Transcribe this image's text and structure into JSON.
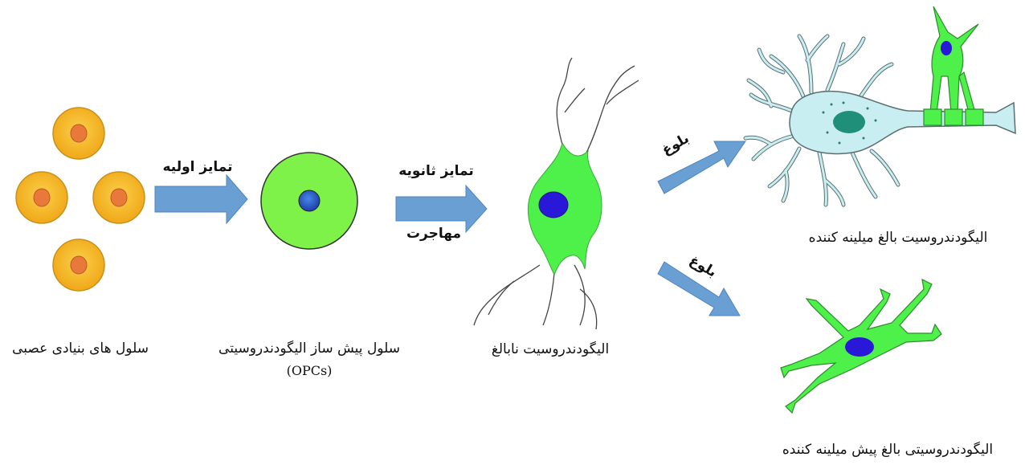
{
  "stages": {
    "nsc": {
      "label": "سلول های بنیادی عصبی"
    },
    "opc": {
      "label": "سلول پیش ساز الیگودندروسیتی",
      "abbr": "(OPCs)"
    },
    "immature": {
      "label": "الیگودندروسیت نابالغ"
    },
    "myelinating": {
      "label": "الیگودندروسیت بالغ میلینه کننده"
    },
    "premyelinating": {
      "label": "الیگودندروسیتی بالغ پیش میلینه کننده"
    }
  },
  "arrows": {
    "primary": {
      "label": "تمایز اولیه"
    },
    "secondary": {
      "label_top": "تمایز ثانویه",
      "label_bottom": "مهاجرت"
    },
    "maturation_upper": {
      "label": "بلوغ"
    },
    "maturation_lower": {
      "label": "بلوغ"
    }
  },
  "colors": {
    "stem_cell": "#f5b21e",
    "stem_nucleus": "#e8793a",
    "opc_body": "#7ff24a",
    "oligo_body": "#4ef04a",
    "nucleus_blue": "#2a18d8",
    "neuron_body": "#c9eef2",
    "neuron_nucleus": "#1f8f7a",
    "arrow": "#6a9fd4"
  }
}
